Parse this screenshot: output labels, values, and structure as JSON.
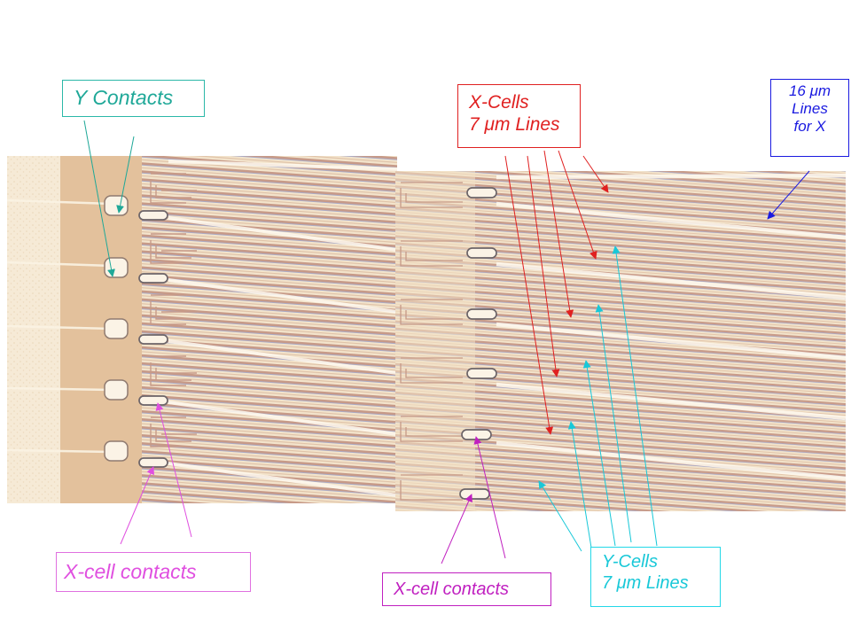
{
  "labels": {
    "y_contacts": "Y Contacts",
    "x_cells_line1": "X-Cells",
    "x_cells_line2": "7 μm Lines",
    "sixteen_um_line1": "16 μm",
    "sixteen_um_line2": "Lines",
    "sixteen_um_line3": "for X",
    "x_cell_contacts_left": "X-cell contacts",
    "x_cell_contacts_right": "X-cell contacts",
    "y_cells_line1": "Y-Cells",
    "y_cells_line2": "7 μm Lines"
  },
  "colors": {
    "y_contacts": "#1fa898",
    "x_cells": "#e02020",
    "sixteen_um": "#1a1ae0",
    "x_cell_contacts_left": "#e050e0",
    "x_cell_contacts_right": "#c020c0",
    "y_cells": "#18c8d8",
    "substrate": "#f1dec0",
    "contact_pad_region": "#e3c19c"
  },
  "micrographs": [
    "micrograph-left",
    "micrograph-right"
  ]
}
